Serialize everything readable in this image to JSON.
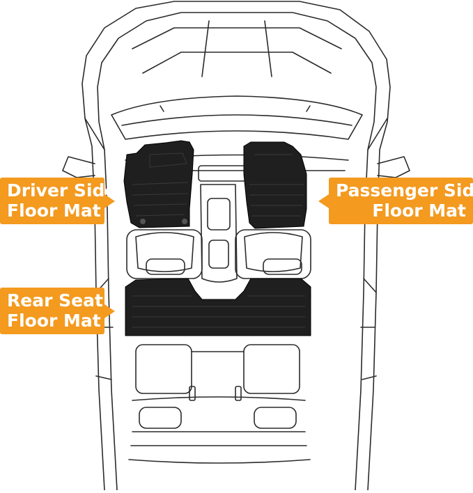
{
  "colors": {
    "accent": "#f39a1f",
    "outline": "#2a2a2a",
    "mat": "#1f1f1f",
    "background": "#ffffff"
  },
  "labels": {
    "driver": {
      "line1": "Driver Side",
      "line2": "Floor Mat"
    },
    "passenger": {
      "line1": "Passenger Side",
      "line2": "Floor Mat"
    },
    "rear": {
      "line1": "Rear Seat",
      "line2": "Floor Mat"
    }
  }
}
